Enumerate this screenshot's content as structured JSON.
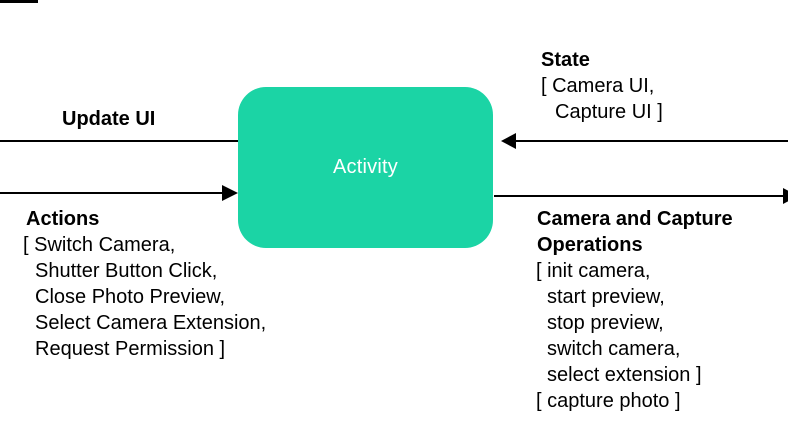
{
  "node": {
    "label": "Activity"
  },
  "edges": {
    "update_ui": {
      "label": "Update UI",
      "direction": "out-left"
    },
    "actions": {
      "title": "Actions",
      "direction": "in-from-left",
      "items": [
        "[ Switch Camera,",
        "Shutter Button Click,",
        "Close Photo Preview,",
        "Select Camera Extension,",
        "Request Permission ]"
      ]
    },
    "state": {
      "title": "State",
      "direction": "in-from-right",
      "items": [
        "[ Camera UI,",
        "Capture UI ]"
      ]
    },
    "operations": {
      "title_line1": "Camera and Capture",
      "title_line2": "Operations",
      "direction": "out-right",
      "items": [
        "[ init camera,",
        "start preview,",
        "stop preview,",
        "switch camera,",
        "select extension ]",
        "[ capture photo ]"
      ]
    }
  },
  "colors": {
    "background": "#ffffff",
    "node_fill": "#1bd4a5",
    "node_text": "#ffffff",
    "line": "#000000",
    "text": "#000000"
  }
}
